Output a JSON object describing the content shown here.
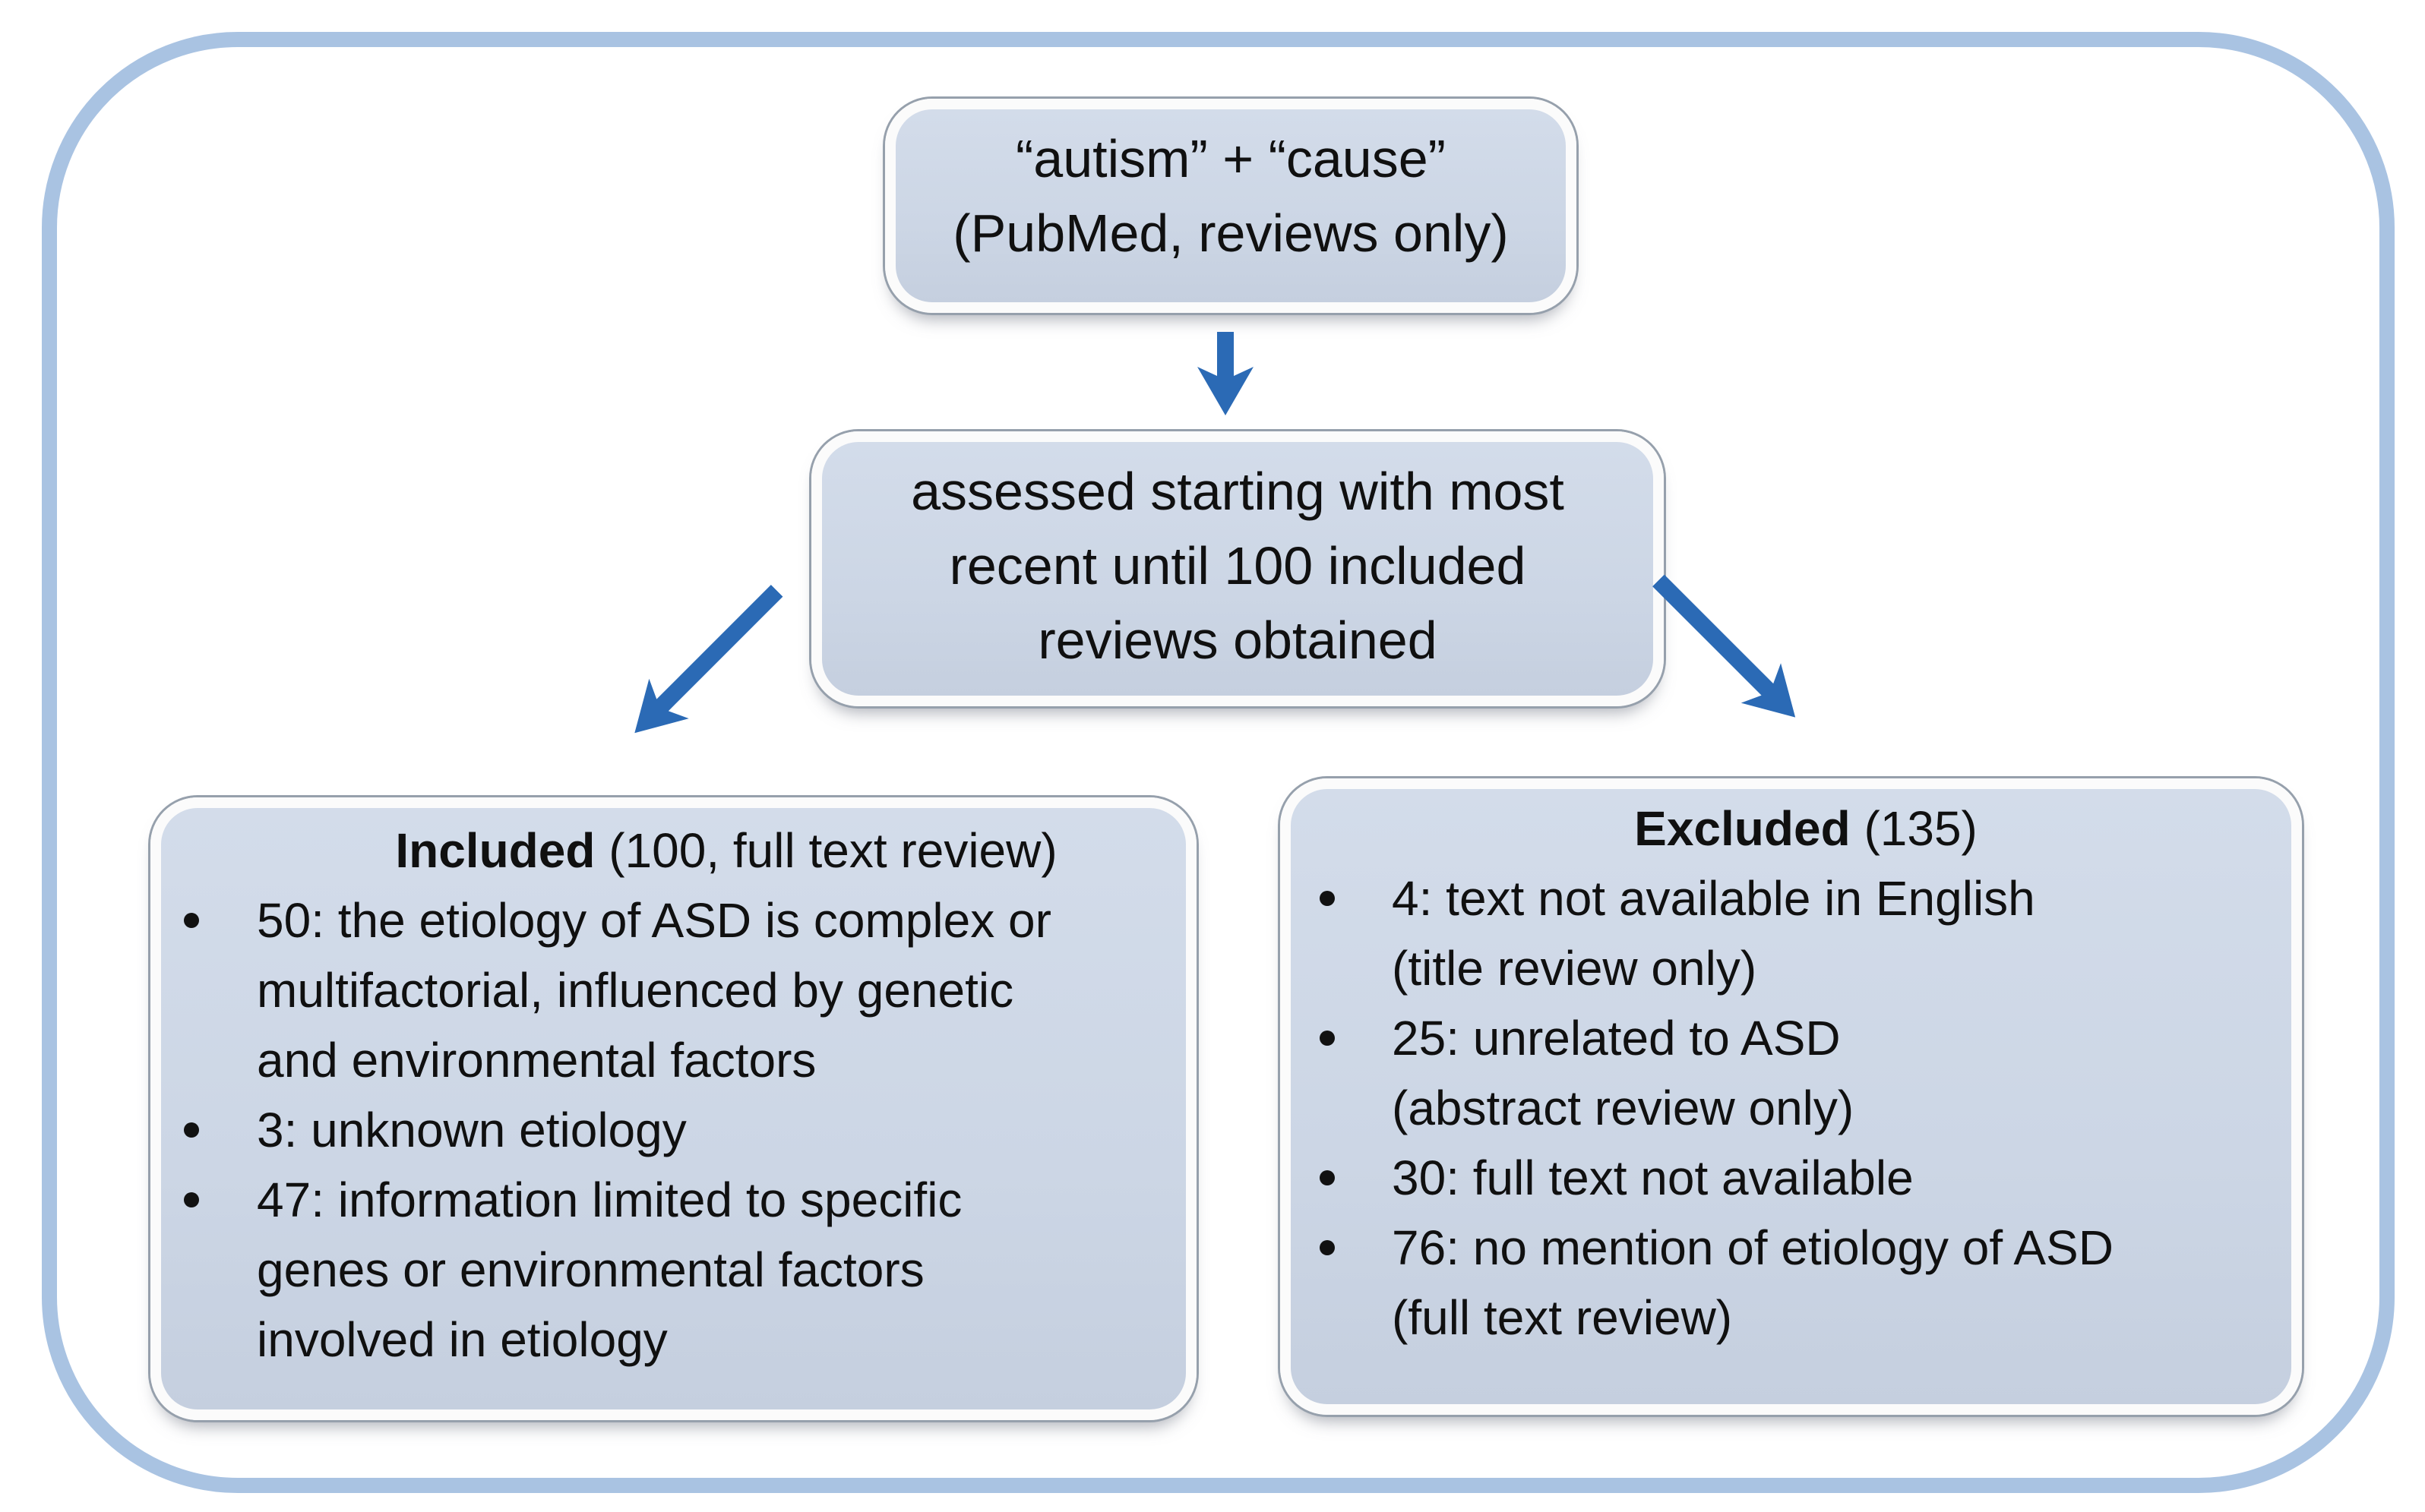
{
  "search_box": {
    "lines": [
      "“autism” + “cause”",
      "(PubMed, reviews only)"
    ]
  },
  "assessment_box": {
    "lines": [
      "assessed starting with most",
      "recent until 100 included",
      "reviews obtained"
    ]
  },
  "included_box": {
    "title_bold": "Included",
    "title_rest": " (100, full text review)",
    "bullets": [
      {
        "lines": [
          "50: the etiology of ASD is complex or",
          "multifactorial, influenced by genetic",
          "and environmental factors"
        ]
      },
      {
        "lines": [
          "3: unknown etiology"
        ]
      },
      {
        "lines": [
          "47: information limited to specific",
          "genes or environmental factors",
          "involved in etiology"
        ]
      }
    ]
  },
  "excluded_box": {
    "title_bold": "Excluded",
    "title_rest": " (135)",
    "bullets": [
      {
        "lines": [
          "4: text not available in English",
          "(title review only)"
        ]
      },
      {
        "lines": [
          "25: unrelated to ASD",
          "(abstract review only)"
        ]
      },
      {
        "lines": [
          "30: full text not available"
        ]
      },
      {
        "lines": [
          "76: no mention of etiology of ASD",
          "(full text review)"
        ]
      }
    ]
  },
  "icons": {
    "down_arrow": "arrow-down-icon",
    "down_left_arrow": "arrow-down-left-icon",
    "down_right_arrow": "arrow-down-right-icon",
    "bullet": "bullet-dot-icon"
  },
  "colors": {
    "box_fill": "#cfd9e7",
    "box_border": "#fbfbfb",
    "box_outline": "#96a0ac",
    "frame_stroke": "#a9c3e2",
    "arrow_blue": "#2b6ab5",
    "text": "#101010",
    "background": "#ffffff"
  }
}
